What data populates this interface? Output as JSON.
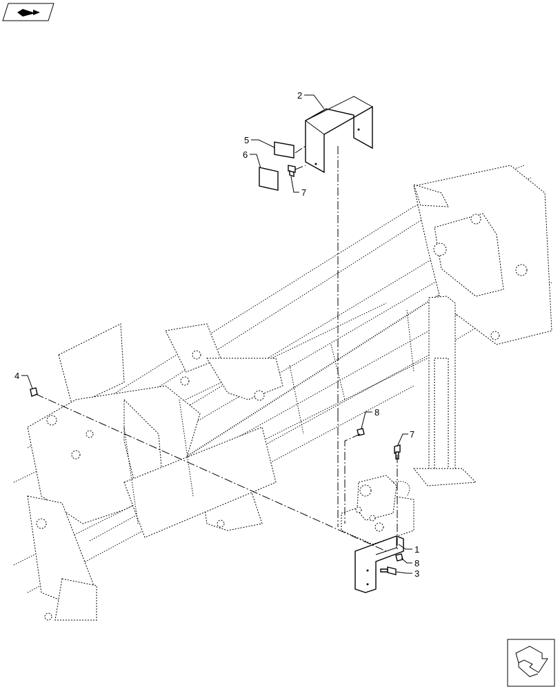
{
  "diagram": {
    "callouts": [
      {
        "id": "c2",
        "text": "2"
      },
      {
        "id": "c5",
        "text": "5"
      },
      {
        "id": "c6",
        "text": "6"
      },
      {
        "id": "c7a",
        "text": "7"
      },
      {
        "id": "c4",
        "text": "4"
      },
      {
        "id": "c8a",
        "text": "8"
      },
      {
        "id": "c7b",
        "text": "7"
      },
      {
        "id": "c1",
        "text": "1"
      },
      {
        "id": "c8b",
        "text": "8"
      },
      {
        "id": "c3",
        "text": "3"
      }
    ],
    "icons": {
      "top_left": "previous-page-icon",
      "bottom_right": "next-page-icon"
    },
    "colors": {
      "line": "#000000",
      "background": "#ffffff"
    }
  }
}
